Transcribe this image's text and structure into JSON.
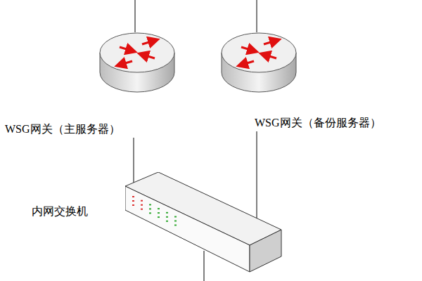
{
  "diagram": {
    "nodes": [
      {
        "text": [
          "WSG网关（主服务器）"
        ]
      },
      {
        "text": [
          "WSG网关（备份服务器）"
        ]
      },
      {
        "text": [
          "内网交换机"
        ]
      }
    ],
    "edges": [
      {
        "from": 0,
        "to": 2,
        "arrow": "none"
      },
      {
        "from": 1,
        "to": 2,
        "arrow": "none"
      }
    ]
  }
}
